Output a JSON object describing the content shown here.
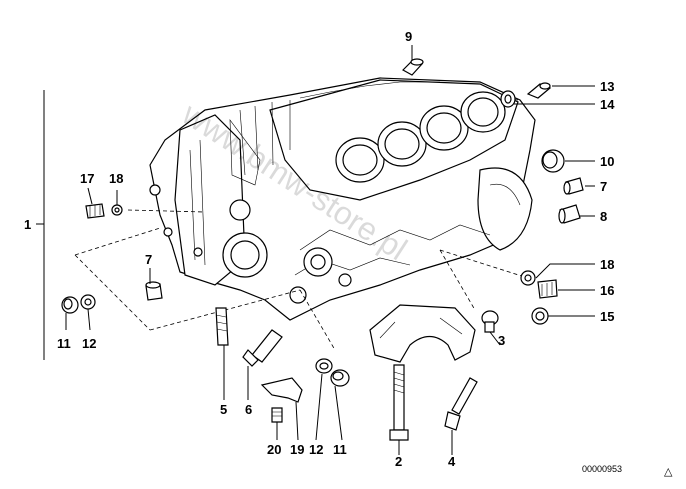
{
  "watermark": "www.bmw-store.pl",
  "diagram_ref": "00000953",
  "corner_symbol": "△",
  "part_labels": {
    "p1": "1",
    "p2": "2",
    "p3": "3",
    "p4": "4",
    "p5": "5",
    "p6": "6",
    "p7a": "7",
    "p7b": "7",
    "p8": "8",
    "p9": "9",
    "p10": "10",
    "p11a": "11",
    "p11b": "11",
    "p12a": "12",
    "p12b": "12",
    "p13": "13",
    "p14": "14",
    "p15": "15",
    "p16": "16",
    "p17": "17",
    "p18a": "18",
    "p18b": "18",
    "p19": "19",
    "p20": "20"
  }
}
